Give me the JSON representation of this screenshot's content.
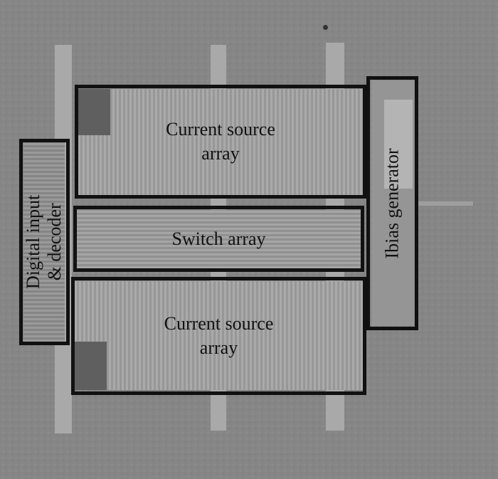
{
  "blocks": {
    "current_source_top": {
      "label": "Current source\narray"
    },
    "switch_array": {
      "label": "Switch array"
    },
    "current_source_bottom": {
      "label": "Current source\narray"
    },
    "digital_input_decoder": {
      "label": "Digital input\n& decoder"
    },
    "ibias_generator": {
      "label": "Ibias generator"
    }
  },
  "colors": {
    "background": "#868686",
    "outline": "#111111",
    "rail": "#a9a9a9"
  }
}
